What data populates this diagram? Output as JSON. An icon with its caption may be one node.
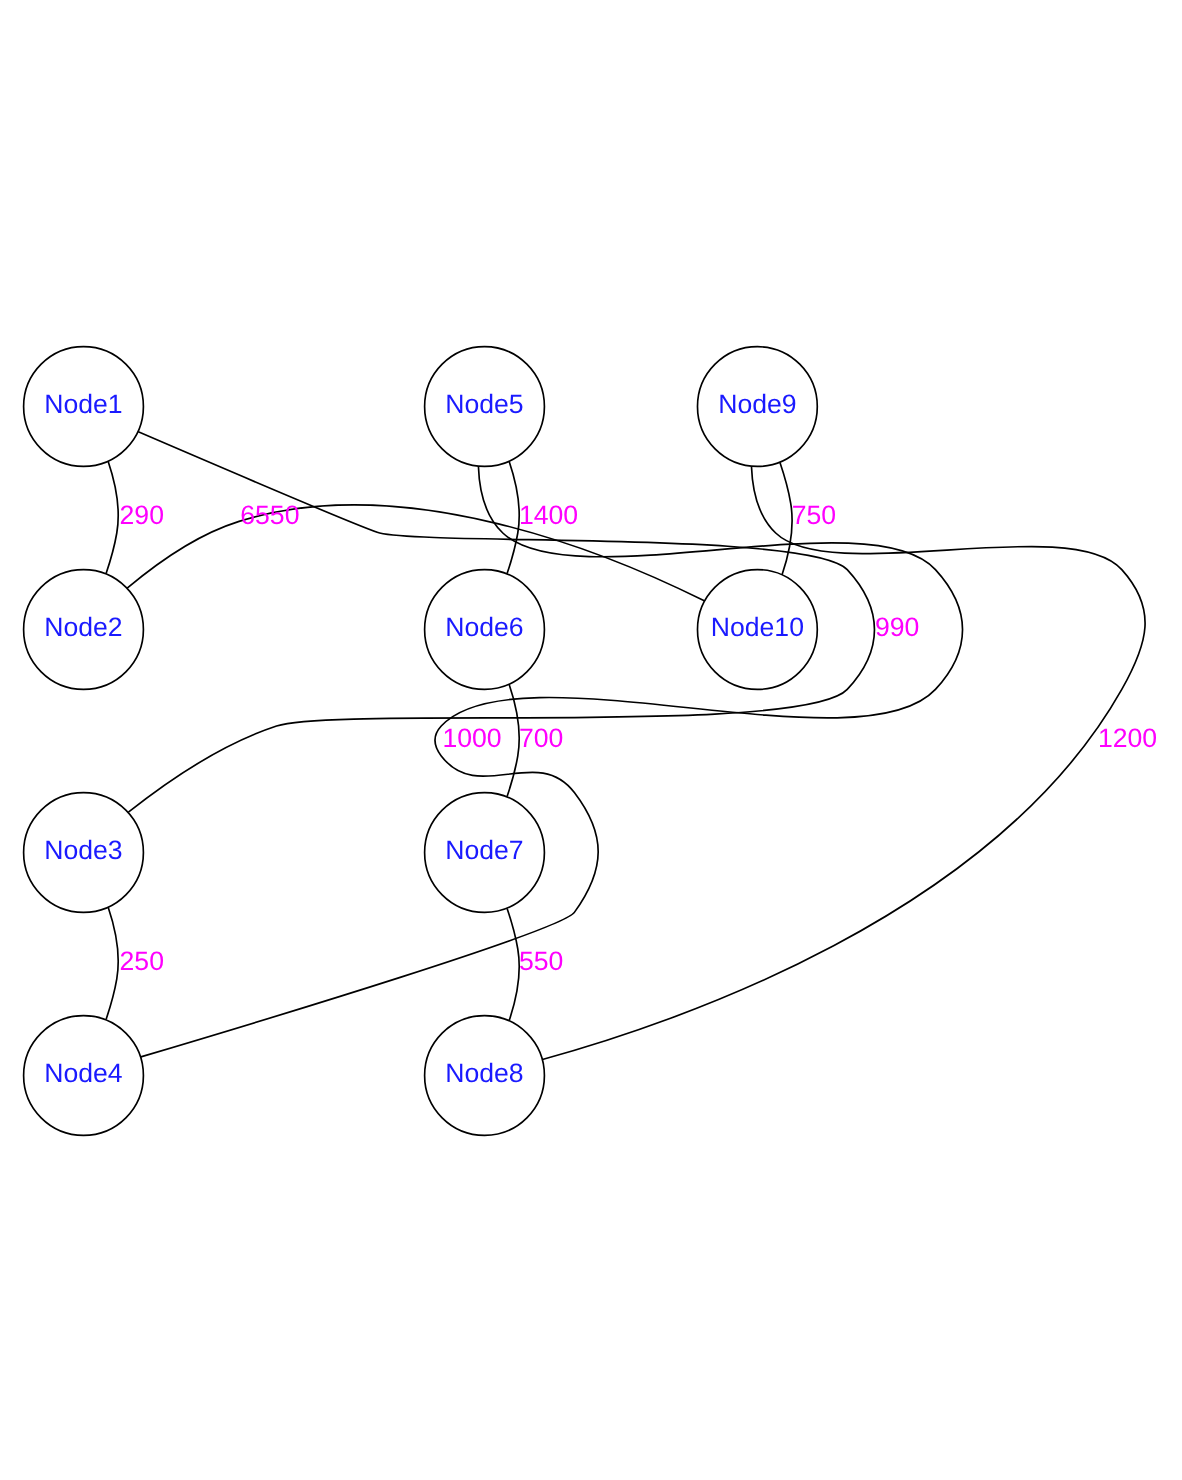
{
  "diagram": {
    "nodes": [
      {
        "text": [
          "Node1"
        ]
      },
      {
        "text": [
          "Node2"
        ]
      },
      {
        "text": [
          "Node3"
        ]
      },
      {
        "text": [
          "Node4"
        ]
      },
      {
        "text": [
          "Node5"
        ]
      },
      {
        "text": [
          "Node6"
        ]
      },
      {
        "text": [
          "Node7"
        ]
      },
      {
        "text": [
          "Node8"
        ]
      },
      {
        "text": [
          "Node9"
        ]
      },
      {
        "text": [
          "Node10"
        ]
      }
    ],
    "edges": [
      {
        "from": 0,
        "to": 1,
        "arrow": "none",
        "label": "290"
      },
      {
        "from": 0,
        "to": 2,
        "arrow": "none",
        "label": "990"
      },
      {
        "from": 1,
        "to": 9,
        "arrow": "none",
        "label": "6550"
      },
      {
        "from": 4,
        "to": 5,
        "arrow": "none",
        "label": "1400"
      },
      {
        "from": 4,
        "to": 3,
        "arrow": "none",
        "label": "1000"
      },
      {
        "from": 5,
        "to": 6,
        "arrow": "none",
        "label": "700"
      },
      {
        "from": 2,
        "to": 3,
        "arrow": "none",
        "label": "250"
      },
      {
        "from": 6,
        "to": 7,
        "arrow": "none",
        "label": "550"
      },
      {
        "from": 8,
        "to": 9,
        "arrow": "none",
        "label": "750"
      },
      {
        "from": 8,
        "to": 7,
        "arrow": "none",
        "label": "1200"
      }
    ]
  }
}
